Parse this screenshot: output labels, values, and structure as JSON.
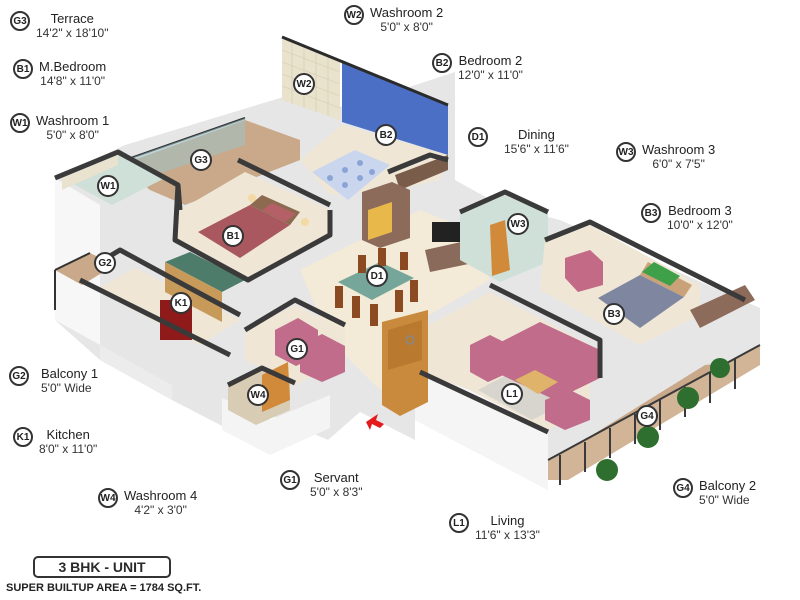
{
  "title": "3 BHK - UNIT",
  "super_builtup_area": "SUPER BUILTUP AREA = 1784 SQ.FT.",
  "rooms": [
    {
      "code": "G3",
      "name": "Terrace",
      "size": "14'2\" x 18'10\""
    },
    {
      "code": "B1",
      "name": "M.Bedroom",
      "size": "14'8\" x 11'0\""
    },
    {
      "code": "W1",
      "name": "Washroom 1",
      "size": "5'0\" x 8'0\""
    },
    {
      "code": "W2",
      "name": "Washroom 2",
      "size": "5'0\" x 8'0\""
    },
    {
      "code": "B2",
      "name": "Bedroom 2",
      "size": "12'0\" x 11'0\""
    },
    {
      "code": "D1",
      "name": "Dining",
      "size": "15'6\" x 11'6\""
    },
    {
      "code": "W3",
      "name": "Washroom 3",
      "size": "6'0\" x 7'5\""
    },
    {
      "code": "B3",
      "name": "Bedroom 3",
      "size": "10'0\" x 12'0\""
    },
    {
      "code": "G2",
      "name": "Balcony 1",
      "size": "5'0\" Wide"
    },
    {
      "code": "K1",
      "name": "Kitchen",
      "size": "8'0\" x 11'0\""
    },
    {
      "code": "W4",
      "name": "Washroom 4",
      "size": "4'2\" x 3'0\""
    },
    {
      "code": "G1",
      "name": "Servant",
      "size": "5'0\" x 8'3\""
    },
    {
      "code": "L1",
      "name": "Living",
      "size": "11'6\" x 13'3\""
    },
    {
      "code": "G4",
      "name": "Balcony 2",
      "size": "5'0\" Wide"
    }
  ],
  "markers": {
    "W2": "W2",
    "B2": "B2",
    "G3": "G3",
    "W1": "W1",
    "B1": "B1",
    "W3": "W3",
    "G2": "G2",
    "D1": "D1",
    "K1": "K1",
    "B3": "B3",
    "G1": "G1",
    "W4": "W4",
    "L1": "L1",
    "G4": "G4"
  },
  "colors": {
    "wall_top": "#3a3a3a",
    "wall_face": "#f2f2f2",
    "floor": "#efe6d6",
    "accent_wall_b2": "#4a6fc4",
    "deck": "#c9a98a",
    "entry_arrow": "#e41b1b",
    "door": "#c98a3e"
  }
}
